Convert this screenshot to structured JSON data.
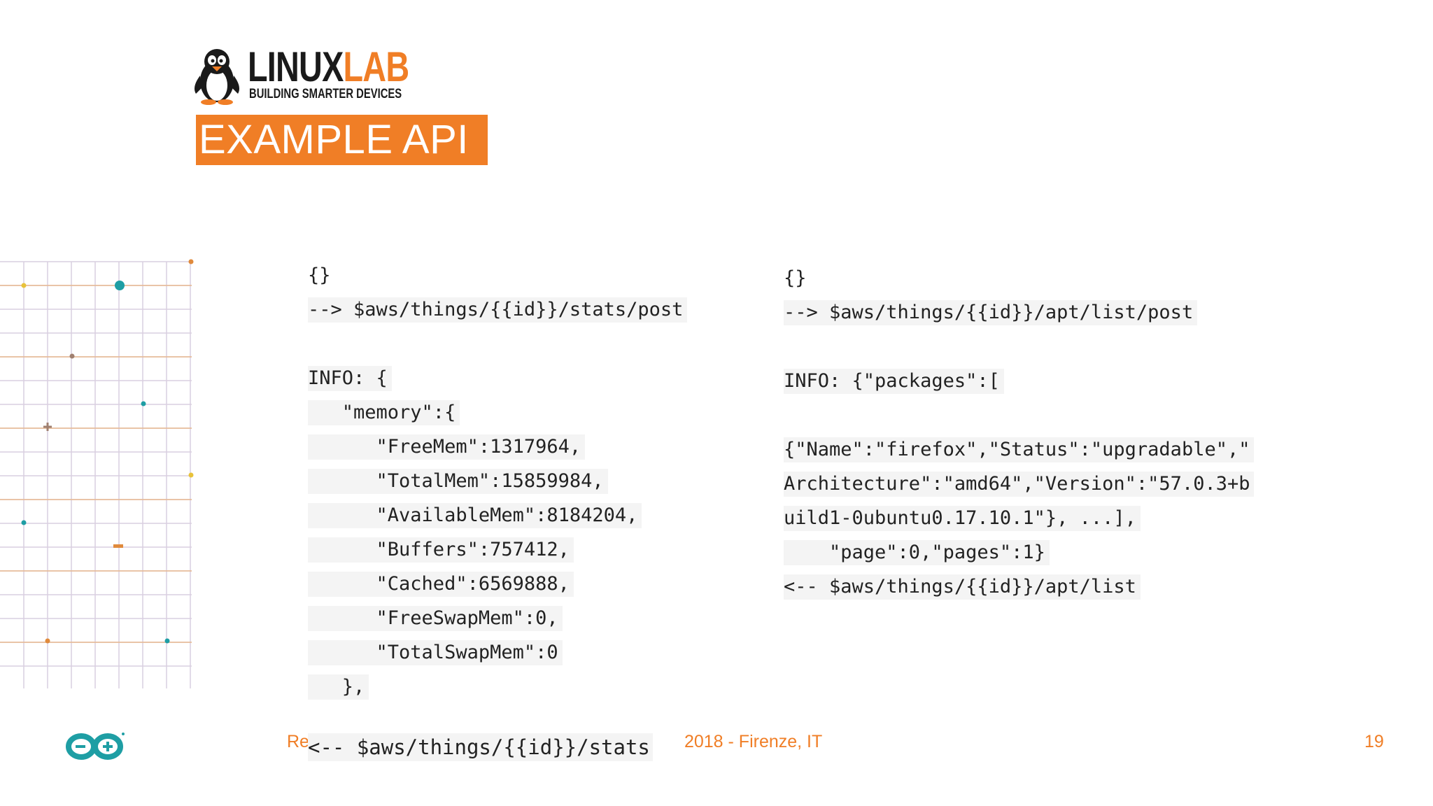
{
  "logo": {
    "brand_main": "LINUX",
    "brand_accent": "LAB",
    "tagline": "BUILDING SMARTER DEVICES",
    "icon": "penguin-icon"
  },
  "title": "EXAMPLE API",
  "colors": {
    "accent": "#f07e26",
    "code_bg": "#f4f4f4",
    "arduino": "#1e9ea4"
  },
  "left_code": [
    "{}",
    "--> $aws/things/{{id}}/stats/post",
    "",
    "INFO: {",
    "   \"memory\":{",
    "      \"FreeMem\":1317964,",
    "      \"TotalMem\":15859984,",
    "      \"AvailableMem\":8184204,",
    "      \"Buffers\":757412,",
    "      \"Cached\":6569888,",
    "      \"FreeSwapMem\":0,",
    "      \"TotalSwapMem\":0",
    "   },"
  ],
  "right_code": [
    "{}",
    "--> $aws/things/{{id}}/apt/list/post",
    "",
    "INFO: {\"packages\":[",
    "",
    "{\"Name\":\"firefox\",\"Status\":\"upgradable\",\"",
    "Architecture\":\"amd64\",\"Version\":\"57.0.3+b",
    "uild1-0ubuntu0.17.10.1\"}, ...],",
    "    \"page\":0,\"pages\":1}",
    "<-- $aws/things/{{id}}/apt/list"
  ],
  "footer": {
    "text_left": "Re",
    "text_right": "2018 - Firenze, IT",
    "code_overlay": "<-- $aws/things/{{id}}/stats",
    "page_number": "19",
    "logo_icon": "arduino-logo-icon"
  }
}
